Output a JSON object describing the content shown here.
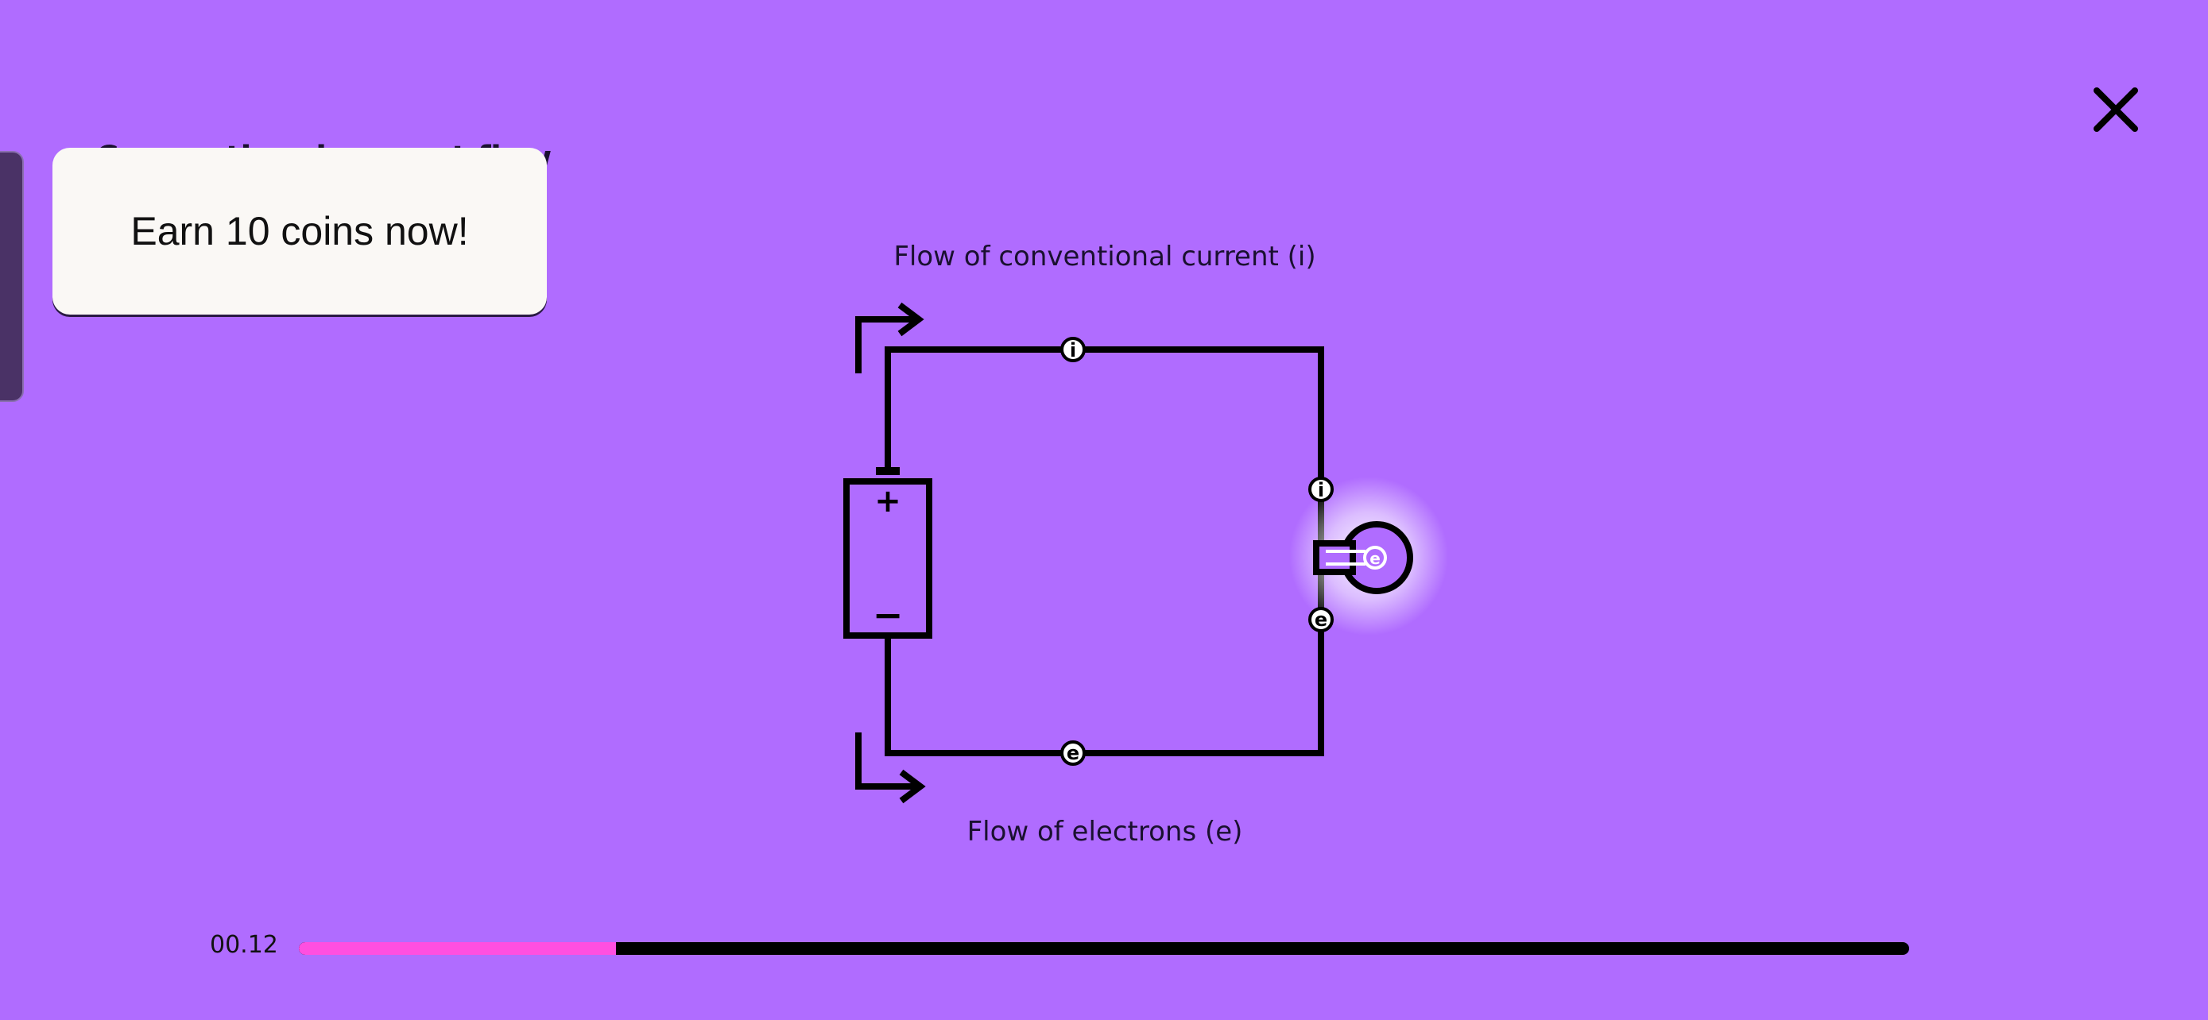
{
  "colors": {
    "background": "#b06cff",
    "card": "#faf8f5",
    "progress_fill": "#ff4fe0",
    "progress_track": "#000000"
  },
  "header": {
    "close_icon": "close-icon",
    "section_title": "Conventional current flow"
  },
  "promo": {
    "text": "Earn 10 coins now!"
  },
  "diagram": {
    "top_label": "Flow of conventional current (i)",
    "bottom_label": "Flow of electrons (e)",
    "battery_plus": "+",
    "battery_minus": "−",
    "current_marker": "i",
    "electron_marker": "e",
    "bulb_marker": "e"
  },
  "player": {
    "time": "00.12",
    "progress": 0.197
  }
}
